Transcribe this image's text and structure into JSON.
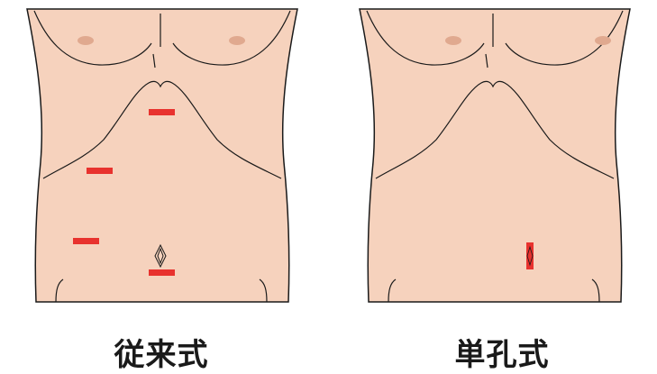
{
  "colors": {
    "skin": "#f6d2bd",
    "outline": "#1a1a1a",
    "nipple": "#e0a98f",
    "incision": "#e8322e",
    "incision_single": "#e8322e"
  },
  "panels": [
    {
      "caption": "従来式",
      "incision_count": 4,
      "navel_icon": "navel-diamond-icon"
    },
    {
      "caption": "単孔式",
      "incision_count": 1,
      "navel_icon": "navel-diamond-icon"
    }
  ]
}
